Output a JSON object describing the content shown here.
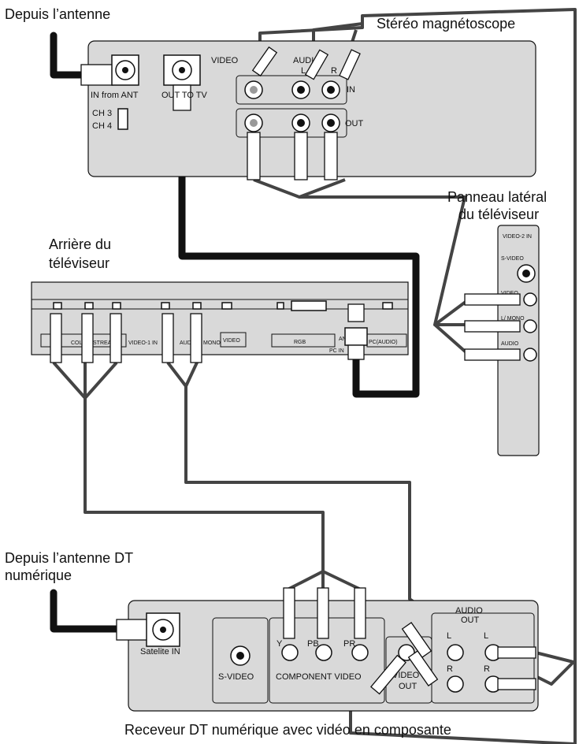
{
  "labels": {
    "antenna_source": "Depuis l’antenne",
    "stereo_vcr": "Stéréo magnétoscope",
    "tv_side_panel_line1": "Panneau latéral",
    "tv_side_panel_line2": "du téléviseur",
    "tv_back_line1": "Arrière du",
    "tv_back_line2": "téléviseur",
    "dtv_antenna_line1": "Depuis l’antenne DT",
    "dtv_antenna_line2": "numérique",
    "receiver_caption": "Receveur DT numérique avec vidéo en composante"
  },
  "vcr": {
    "in_from_ant": "IN from ANT",
    "out_to_tv": "OUT TO TV",
    "ch3": "CH 3",
    "ch4": "CH 4",
    "video": "VIDEO",
    "audio": "AUDIO",
    "l": "L",
    "r": "R",
    "in": "IN",
    "out": "OUT"
  },
  "tv_back": {
    "color": "COLOR",
    "stream": "STREAM",
    "video1_in": "VIDEO-1 IN",
    "audio": "AUDIO",
    "mono": "MONO",
    "video": "VIDEO",
    "rgb": "RGB",
    "ant": "ANT",
    "pc_in": "PC IN",
    "pc_audio": "PC(AUDIO)"
  },
  "side_panel": {
    "video2_in": "VIDEO-2 IN",
    "s_video": "S-VIDEO",
    "video": "VIDEO",
    "l_mono": "L/ MONO",
    "audio": "AUDIO"
  },
  "receiver": {
    "satellite_in": "Satelite IN",
    "s_video": "S-VIDEO",
    "y": "Y",
    "pb": "PB",
    "pr": "PR",
    "component_video": "COMPONENT VIDEO",
    "video_out_line1": "VIDEO",
    "video_out_line2": "OUT",
    "audio_out_line1": "AUDIO",
    "audio_out_line2": "OUT",
    "l": "L",
    "r": "R"
  }
}
